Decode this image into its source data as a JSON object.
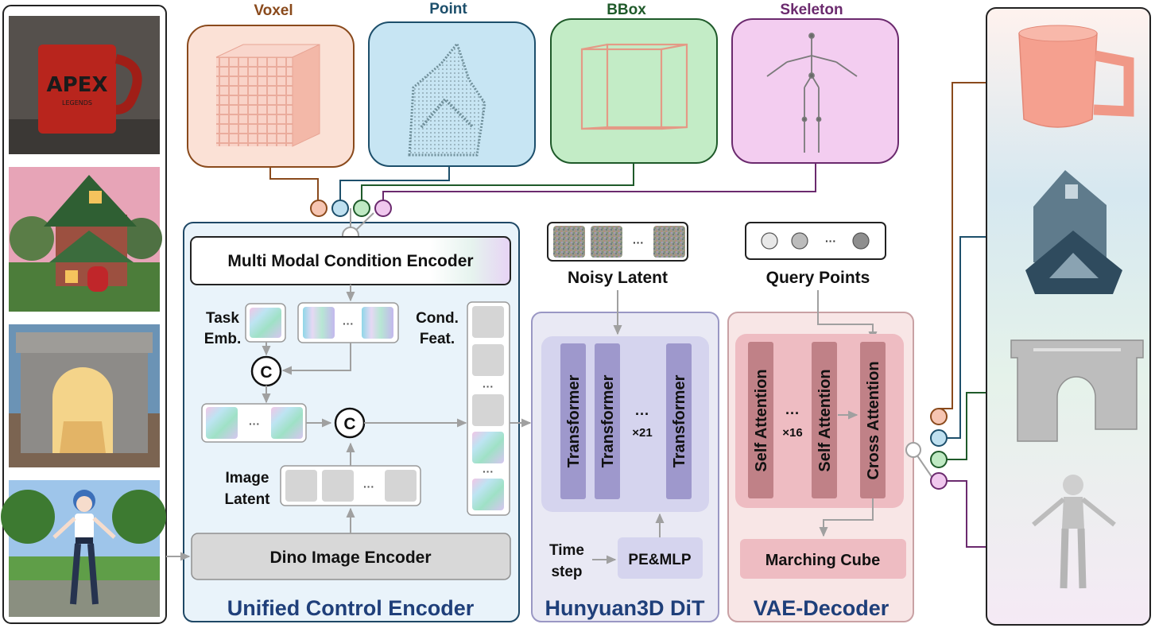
{
  "conditions": {
    "voxel": "Voxel",
    "point": "Point",
    "bbox": "BBox",
    "skeleton": "Skeleton"
  },
  "encoder": {
    "title": "Unified Control Encoder",
    "mmce": "Multi Modal Condition Encoder",
    "task_emb": [
      "Task",
      "Emb."
    ],
    "cond_feat": [
      "Cond.",
      "Feat."
    ],
    "image_latent": [
      "Image",
      "Latent"
    ],
    "dino": "Dino Image Encoder",
    "concat_symbol": "C",
    "ellipsis": "···"
  },
  "dit": {
    "title": "Hunyuan3D DiT",
    "noisy_latent": "Noisy Latent",
    "block": "Transformer",
    "repeat": "×21",
    "timestep": [
      "Time",
      "step"
    ],
    "pe_mlp": "PE&MLP",
    "ellipsis": "···"
  },
  "vae": {
    "title": "VAE-Decoder",
    "query_points": "Query Points",
    "self_attention": "Self Attention",
    "cross_attention": "Cross Attention",
    "repeat": "×16",
    "marching_cube": "Marching Cube",
    "ellipsis": "···"
  },
  "colors": {
    "voxel": "#8a4a1c",
    "point": "#1d4f6b",
    "bbox": "#1f5a2a",
    "skeleton": "#6b2a6e",
    "encoder_border": "#1f4866",
    "encoder_title": "#1f3f7a",
    "dit_border": "#9a97c4",
    "vae_border": "#c9a1a4"
  },
  "icons": {
    "inputs": [
      "mug-photo",
      "cottage-photo",
      "arch-photo",
      "anime-girl-photo"
    ],
    "outputs": [
      "mug-mesh",
      "house-mesh",
      "arch-mesh",
      "girl-mesh"
    ]
  }
}
